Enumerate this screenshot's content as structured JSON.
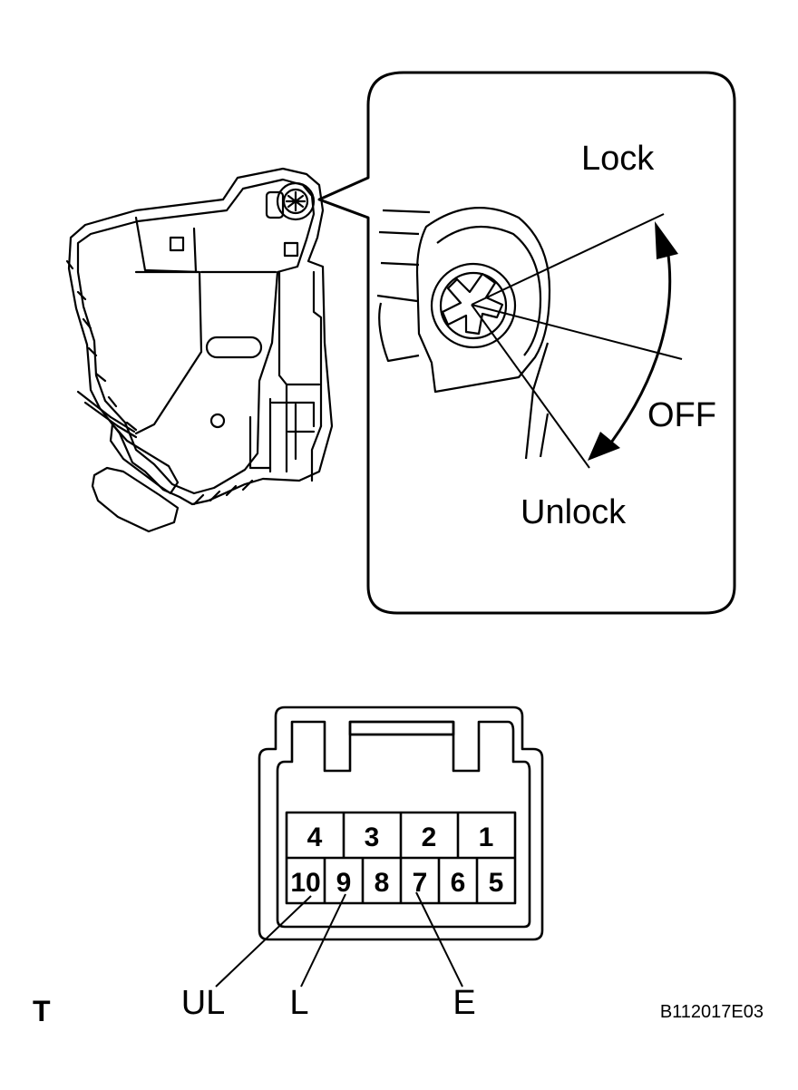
{
  "detail": {
    "lock_label": "Lock",
    "off_label": "OFF",
    "unlock_label": "Unlock"
  },
  "connector": {
    "top_row": [
      "4",
      "3",
      "2",
      "1"
    ],
    "bottom_row": [
      "10",
      "9",
      "8",
      "7",
      "6",
      "5"
    ],
    "callouts": {
      "ul": "UL",
      "l": "L",
      "e": "E"
    }
  },
  "footer": {
    "corner_mark": "T",
    "figure_code": "B112017E03"
  }
}
